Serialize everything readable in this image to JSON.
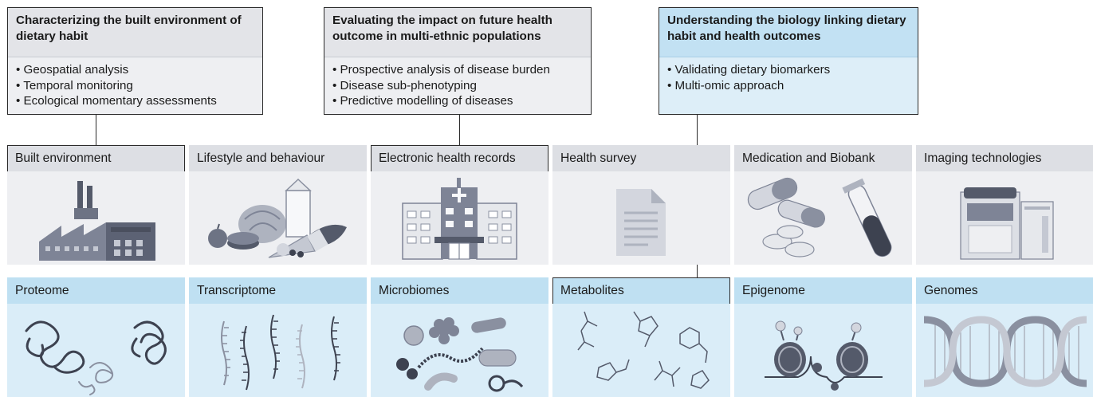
{
  "info_boxes": [
    {
      "title": "Characterizing the built environment of dietary habit",
      "items": [
        "• Geospatial analysis",
        "• Temporal monitoring",
        "• Ecological momentary assessments"
      ]
    },
    {
      "title": "Evaluating the impact on future health outcome in multi-ethnic populations",
      "items": [
        "• Prospective analysis of disease burden",
        "• Disease sub-phenotyping",
        "• Predictive modelling of diseases"
      ]
    },
    {
      "title": "Understanding the biology linking dietary habit and health outcomes",
      "items": [
        "• Validating dietary biomarkers",
        "• Multi-omic approach"
      ]
    }
  ],
  "tiles_row1": [
    {
      "label": "Built environment"
    },
    {
      "label": "Lifestyle and behaviour"
    },
    {
      "label": "Electronic health records"
    },
    {
      "label": "Health survey"
    },
    {
      "label": "Medication and Biobank"
    },
    {
      "label": "Imaging technologies"
    }
  ],
  "tiles_row2": [
    {
      "label": "Proteome"
    },
    {
      "label": "Transcriptome"
    },
    {
      "label": "Microbiomes"
    },
    {
      "label": "Metabolites"
    },
    {
      "label": "Epigenome"
    },
    {
      "label": "Genomes"
    }
  ],
  "colors": {
    "gray_header": "#dddfe4",
    "gray_panel": "#eeeff2",
    "blue_header": "#bfe0f2",
    "blue_panel": "#daedf8",
    "outline": "#2b2b2b",
    "icon_dark": "#545a6a",
    "icon_mid": "#8a90a0",
    "icon_light": "#c4c8d2"
  }
}
